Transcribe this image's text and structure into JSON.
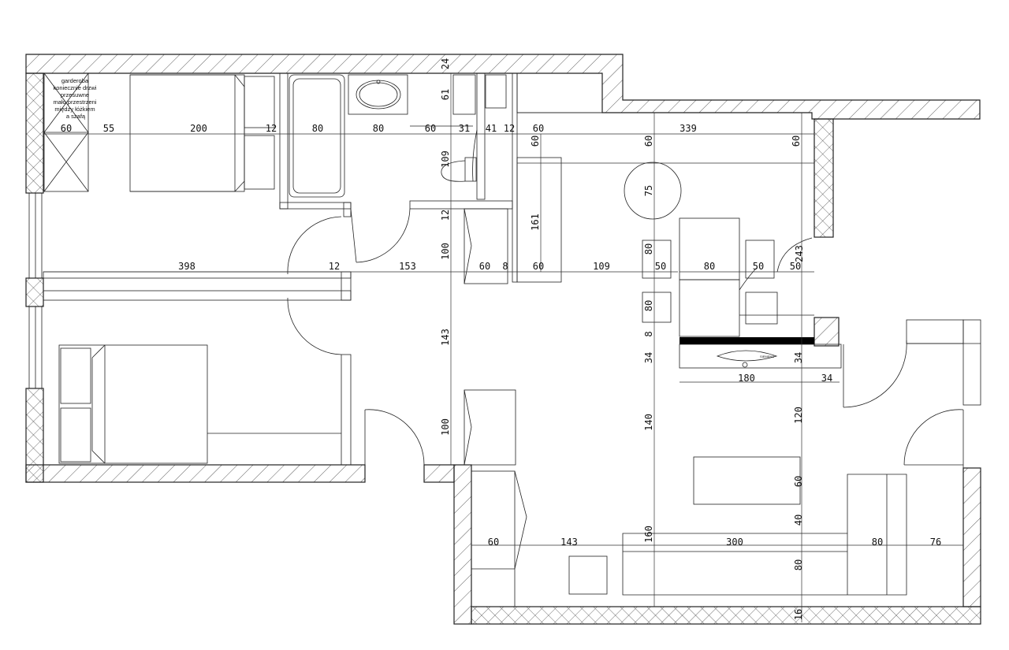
{
  "wardrobe_note": [
    "garderoba",
    "koniecznie drzwi",
    "przesuwne",
    "mało przestrzeni",
    "między łóżkiem",
    "a szafą"
  ],
  "appliance_brand": "SIEMENS",
  "dimensions": {
    "wardrobe_60": "60",
    "gap_55": "55",
    "bed_200": "200",
    "shelf_12a": "12",
    "tub_80": "80",
    "sink_80": "80",
    "hall_60a": "60",
    "wc_31": "31",
    "wc_41": "41",
    "wall_12b": "12",
    "kitchen_60a": "60",
    "living_339": "339",
    "wall_24": "24",
    "wc_61": "61",
    "wc_109": "109",
    "hall_12": "12",
    "hall_100a": "100",
    "hall_143": "143",
    "hall_100b": "100",
    "kitchen_60v": "60",
    "col_161": "161",
    "living_60v": "60",
    "right_60v": "60",
    "table_75": "75",
    "room_398": "398",
    "door_12": "12",
    "hall_153": "153",
    "cab_60": "60",
    "cab_8": "8",
    "col_60": "60",
    "gap_109": "109",
    "stool_80a": "80",
    "stool_80b": "80",
    "stool_50a": "50",
    "desk_80": "80",
    "stool_50b": "50",
    "gap_50": "50",
    "h_243": "243",
    "v_8": "8",
    "v_34a": "34",
    "v_34b": "34",
    "bench_180": "180",
    "bench_34": "34",
    "v_140": "140",
    "v_120": "120",
    "v_60": "60",
    "v_40": "40",
    "v_160": "160",
    "sofa_80v": "80",
    "v_16": "16",
    "bottom_60": "60",
    "bottom_143": "143",
    "bottom_300": "300",
    "bottom_80": "80",
    "bottom_76": "76"
  }
}
